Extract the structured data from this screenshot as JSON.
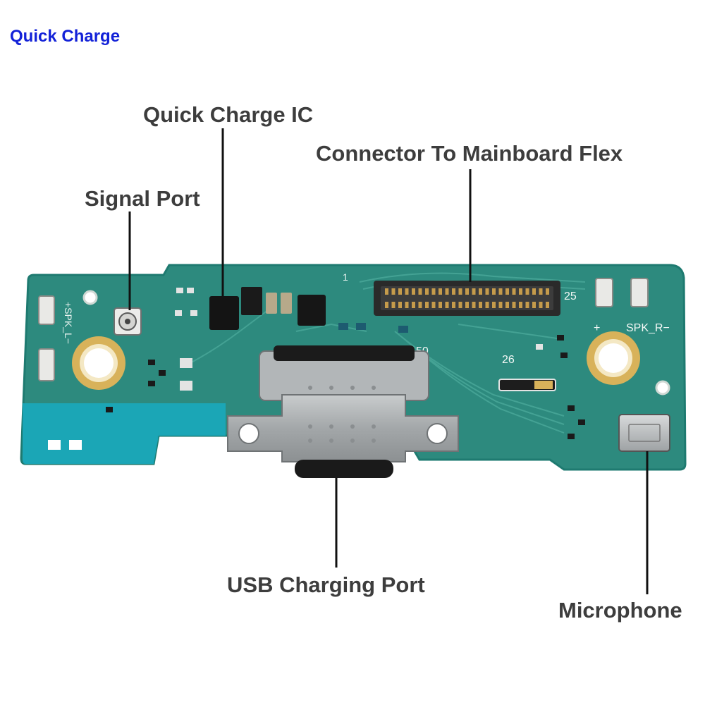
{
  "header": {
    "title": "Quick Charge"
  },
  "labels": {
    "quick_charge_ic": "Quick Charge IC",
    "connector": "Connector To Mainboard Flex",
    "signal_port": "Signal Port",
    "usb_port": "USB Charging Port",
    "microphone": "Microphone"
  },
  "silkscreen": {
    "spk_l": "+SPK_L−",
    "spk_r": "SPK_R−",
    "plus": "+",
    "pin1": "1",
    "pin25": "25",
    "pin26": "26",
    "pin50": "50"
  },
  "colors": {
    "header": "#1322d8",
    "label": "#3d3d3d",
    "pcb": "#2d8a7e",
    "pcb_edge": "#1e7a70",
    "pcb_cyan": "#1aa9bd",
    "metal": "#a9adaf",
    "gold": "#d8b25a",
    "leader": "#111111"
  }
}
